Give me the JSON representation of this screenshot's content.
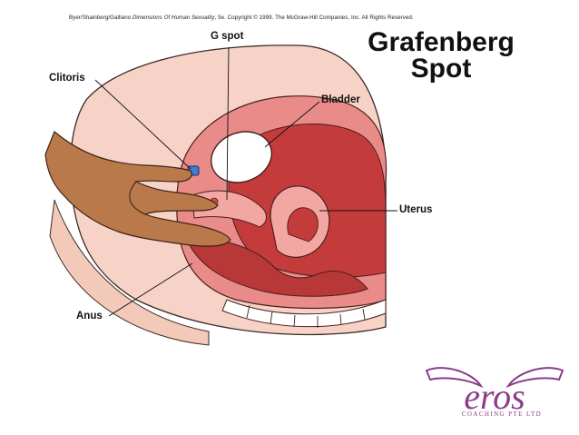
{
  "credit": {
    "authors": "Byer/Shainberg/Galliano",
    "book": "Dimensions Of Human Sexuality",
    "rest": ", 5e. Copyright © 1999. The McGraw-Hill Companies, Inc. All Rights Reserved."
  },
  "title": {
    "line1": "Grafenberg",
    "line2": "Spot"
  },
  "labels": {
    "g_spot": "G spot",
    "clitoris": "Clitoris",
    "bladder": "Bladder",
    "uterus": "Uterus",
    "anus": "Anus"
  },
  "logo": {
    "name": "eros",
    "tagline": "COACHING PTE LTD"
  },
  "colors": {
    "skin_light": "#f6d3c6",
    "tissue": "#e98b88",
    "tissue_dark": "#c43b3b",
    "organ_pink": "#f3a7a3",
    "hand": "#b9794b",
    "clitoris_blue": "#3f7ad6",
    "logo_purple": "#8a3d8a"
  }
}
